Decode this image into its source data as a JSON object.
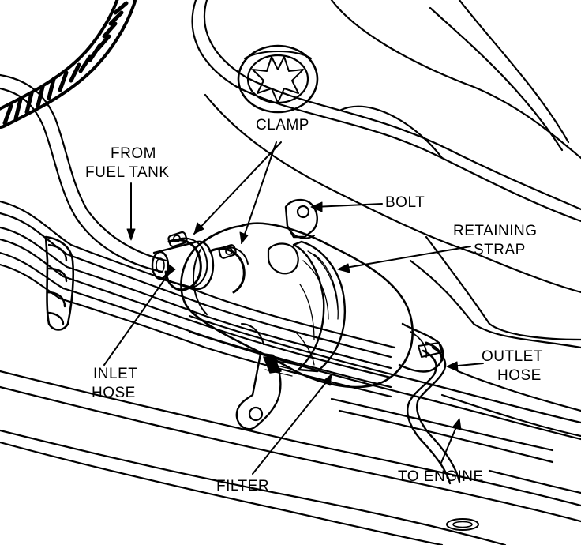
{
  "labels": {
    "clamp": "CLAMP",
    "from_fuel_tank_1": "FROM",
    "from_fuel_tank_2": "FUEL TANK",
    "bolt": "BOLT",
    "retaining_strap_1": "RETAINING",
    "retaining_strap_2": "STRAP",
    "outlet_hose_1": "OUTLET",
    "outlet_hose_2": "HOSE",
    "inlet_hose_1": "INLET",
    "inlet_hose_2": "HOSE",
    "filter": "FILTER",
    "to_engine": "TO ENGINE"
  },
  "colors": {
    "ink": "#000000",
    "paper": "#ffffff"
  }
}
